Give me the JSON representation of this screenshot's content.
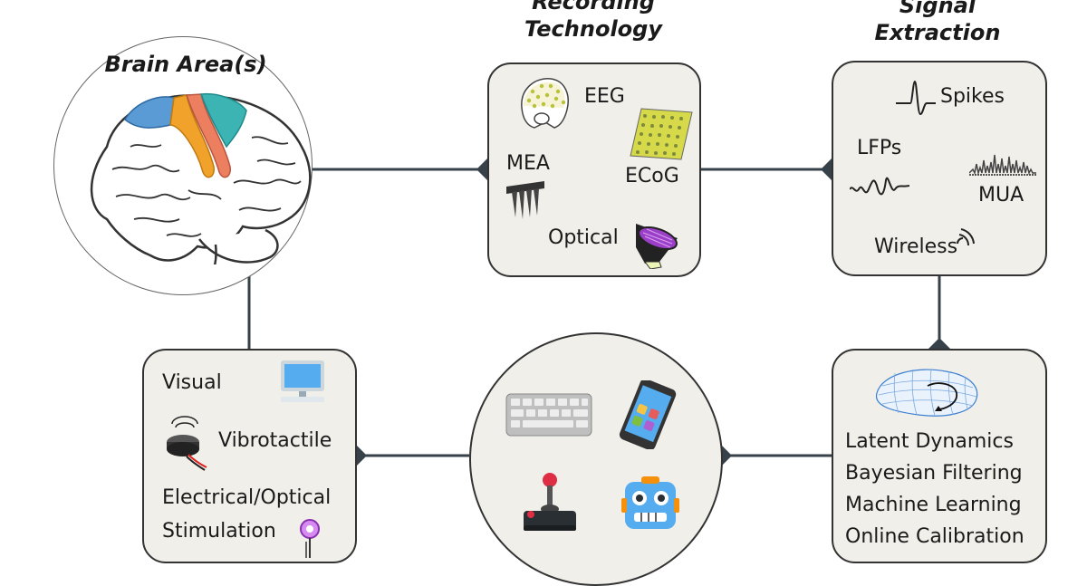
{
  "headings": {
    "brain": "Brain Area(s)",
    "recording_line1": "Recording",
    "recording_line2": "Technology",
    "signal_line1": "Signal",
    "signal_line2": "Extraction"
  },
  "recording": {
    "eeg": "EEG",
    "mea": "MEA",
    "ecog": "ECoG",
    "optical": "Optical"
  },
  "signal": {
    "spikes": "Spikes",
    "lfps": "LFPs",
    "mua": "MUA",
    "wireless": "Wireless"
  },
  "decoding": {
    "items": [
      "Latent Dynamics",
      "Bayesian Filtering",
      "Machine Learning",
      "Online Calibration"
    ]
  },
  "feedback": {
    "visual": "Visual",
    "vibrotactile": "Vibrotactile",
    "stim_line1": "Electrical/Optical",
    "stim_line2": "Stimulation"
  },
  "colors": {
    "box_fill": "#f1efe9",
    "connector": "#37414a",
    "brain_blue": "#5b9bd5",
    "brain_orange": "#f0a22a",
    "brain_salmon": "#ec7f5f",
    "brain_teal": "#3cb4b4"
  }
}
